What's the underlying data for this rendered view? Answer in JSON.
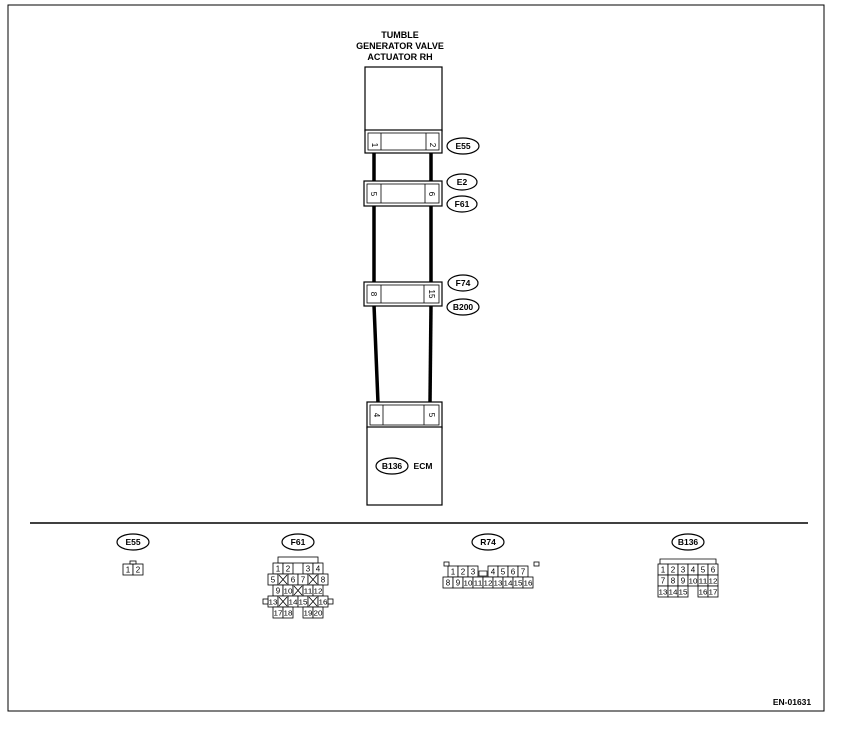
{
  "diagram": {
    "actuator_label": [
      "TUMBLE",
      "GENERATOR VALVE",
      "ACTUATOR RH"
    ],
    "ecm_connector": "B136",
    "ecm_label": "ECM",
    "footer_code": "EN-01631",
    "inline_connectors": [
      {
        "codes": [
          "E55"
        ],
        "pins": [
          "1",
          "2"
        ]
      },
      {
        "codes": [
          "E2",
          "F61"
        ],
        "pins": [
          "5",
          "6"
        ]
      },
      {
        "codes": [
          "F74",
          "B200"
        ],
        "pins": [
          "8",
          "15"
        ]
      },
      {
        "codes": [],
        "pins": [
          "4",
          "5"
        ]
      }
    ],
    "connector_views": [
      {
        "code": "E55",
        "rows": [
          [
            "1",
            "2"
          ]
        ]
      },
      {
        "code": "F61",
        "rows": [
          [
            "1",
            "2",
            "",
            "3",
            "4"
          ],
          [
            "5",
            "X",
            "6",
            "7",
            "X",
            "8"
          ],
          [
            "9",
            "10",
            "X",
            "11",
            "12"
          ],
          [
            "13",
            "X",
            "14",
            "15",
            "X",
            "16"
          ],
          [
            "17",
            "18",
            "",
            "19",
            "20"
          ]
        ]
      },
      {
        "code": "R74",
        "rows": [
          [
            "1",
            "2",
            "3",
            "",
            "4",
            "5",
            "6",
            "7"
          ],
          [
            "8",
            "9",
            "10",
            "11",
            "12",
            "13",
            "14",
            "15",
            "16"
          ]
        ]
      },
      {
        "code": "B136",
        "rows": [
          [
            "1",
            "2",
            "3",
            "4",
            "5",
            "6"
          ],
          [
            "7",
            "8",
            "9",
            "10",
            "11",
            "12"
          ],
          [
            "13",
            "14",
            "15",
            "",
            "16",
            "17"
          ]
        ]
      }
    ]
  }
}
